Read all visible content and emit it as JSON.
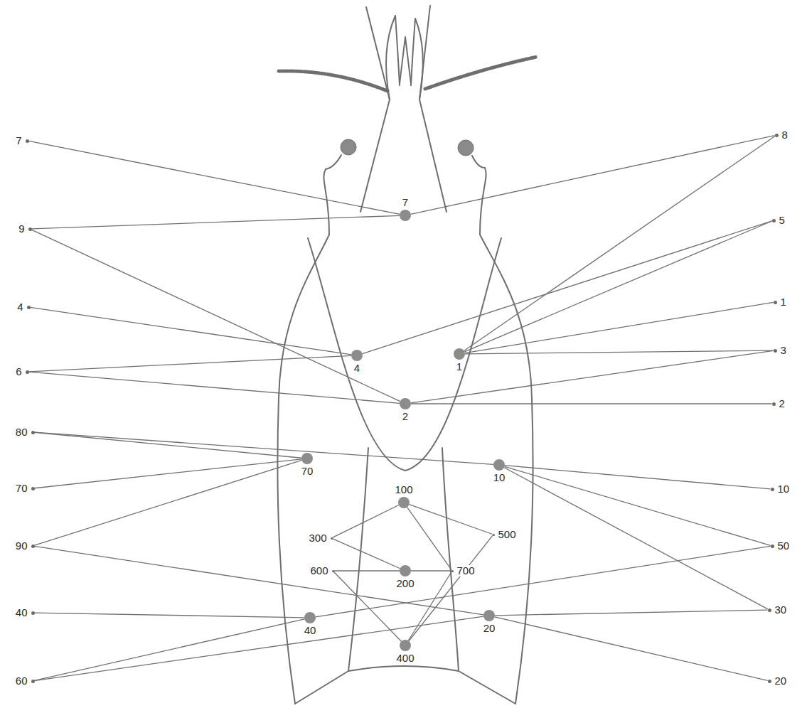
{
  "diagram": {
    "nodes": [
      {
        "text": [
          "7"
        ]
      },
      {
        "text": [
          "8"
        ]
      },
      {
        "text": [
          "7"
        ]
      },
      {
        "text": [
          "9"
        ]
      },
      {
        "text": [
          "5"
        ]
      },
      {
        "text": [
          "4"
        ]
      },
      {
        "text": [
          "1"
        ]
      },
      {
        "text": [
          "4"
        ]
      },
      {
        "text": [
          "1"
        ]
      },
      {
        "text": [
          "3"
        ]
      },
      {
        "text": [
          "6"
        ]
      },
      {
        "text": [
          "2"
        ]
      },
      {
        "text": [
          "2"
        ]
      },
      {
        "text": [
          "80"
        ]
      },
      {
        "text": [
          "70"
        ]
      },
      {
        "text": [
          "10"
        ]
      },
      {
        "text": [
          "70"
        ]
      },
      {
        "text": [
          "10"
        ]
      },
      {
        "text": [
          "100"
        ]
      },
      {
        "text": [
          "90"
        ]
      },
      {
        "text": [
          "50"
        ]
      },
      {
        "text": [
          "300"
        ]
      },
      {
        "text": [
          "500"
        ]
      },
      {
        "text": [
          "600"
        ]
      },
      {
        "text": [
          "200"
        ]
      },
      {
        "text": [
          "700"
        ]
      },
      {
        "text": [
          "40"
        ]
      },
      {
        "text": [
          "40"
        ]
      },
      {
        "text": [
          "20"
        ]
      },
      {
        "text": [
          "30"
        ]
      },
      {
        "text": [
          "400"
        ]
      },
      {
        "text": [
          "60"
        ]
      },
      {
        "text": [
          "20"
        ]
      }
    ],
    "edges": [
      {
        "from": 0,
        "to": 2,
        "arrow": "none"
      },
      {
        "from": 1,
        "to": 2,
        "arrow": "none"
      },
      {
        "from": 1,
        "to": 8,
        "arrow": "none"
      },
      {
        "from": 3,
        "to": 2,
        "arrow": "none"
      },
      {
        "from": 3,
        "to": 11,
        "arrow": "none"
      },
      {
        "from": 4,
        "to": 7,
        "arrow": "none"
      },
      {
        "from": 4,
        "to": 8,
        "arrow": "none"
      },
      {
        "from": 5,
        "to": 7,
        "arrow": "none"
      },
      {
        "from": 6,
        "to": 8,
        "arrow": "none"
      },
      {
        "from": 9,
        "to": 8,
        "arrow": "none"
      },
      {
        "from": 9,
        "to": 11,
        "arrow": "none"
      },
      {
        "from": 10,
        "to": 7,
        "arrow": "none"
      },
      {
        "from": 10,
        "to": 11,
        "arrow": "none"
      },
      {
        "from": 12,
        "to": 11,
        "arrow": "none"
      },
      {
        "from": 13,
        "to": 14,
        "arrow": "none"
      },
      {
        "from": 13,
        "to": 15,
        "arrow": "none"
      },
      {
        "from": 16,
        "to": 14,
        "arrow": "none"
      },
      {
        "from": 17,
        "to": 15,
        "arrow": "none"
      },
      {
        "from": 19,
        "to": 14,
        "arrow": "none"
      },
      {
        "from": 19,
        "to": 28,
        "arrow": "none"
      },
      {
        "from": 20,
        "to": 15,
        "arrow": "none"
      },
      {
        "from": 20,
        "to": 27,
        "arrow": "none"
      },
      {
        "from": 21,
        "to": 18,
        "arrow": "none"
      },
      {
        "from": 21,
        "to": 24,
        "arrow": "none"
      },
      {
        "from": 22,
        "to": 18,
        "arrow": "none"
      },
      {
        "from": 22,
        "to": 30,
        "arrow": "none"
      },
      {
        "from": 23,
        "to": 24,
        "arrow": "none"
      },
      {
        "from": 23,
        "to": 30,
        "arrow": "none"
      },
      {
        "from": 25,
        "to": 18,
        "arrow": "none"
      },
      {
        "from": 25,
        "to": 24,
        "arrow": "none"
      },
      {
        "from": 25,
        "to": 30,
        "arrow": "none"
      },
      {
        "from": 26,
        "to": 27,
        "arrow": "none"
      },
      {
        "from": 29,
        "to": 15,
        "arrow": "none"
      },
      {
        "from": 29,
        "to": 28,
        "arrow": "none"
      },
      {
        "from": 31,
        "to": 27,
        "arrow": "none"
      },
      {
        "from": 31,
        "to": 28,
        "arrow": "none"
      },
      {
        "from": 32,
        "to": 28,
        "arrow": "none"
      }
    ]
  }
}
